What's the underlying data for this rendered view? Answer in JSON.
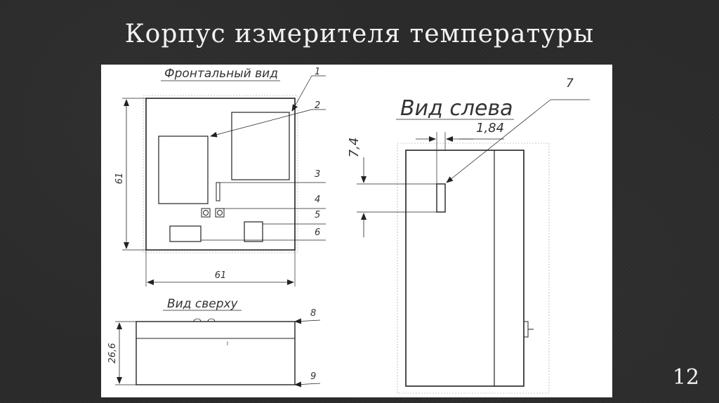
{
  "slide": {
    "title": "Корпус измерителя температуры",
    "page_number": "12"
  },
  "drawing": {
    "views": {
      "front": "Фронтальный вид",
      "left": "Вид слева",
      "top": "Вид сверху"
    },
    "dimensions": {
      "front_height": "61",
      "front_width": "61",
      "left_height": "7,4",
      "left_offset": "1,84",
      "top_height": "26,6"
    },
    "callouts": [
      "1",
      "2",
      "3",
      "4",
      "5",
      "6",
      "7",
      "8",
      "9"
    ]
  }
}
